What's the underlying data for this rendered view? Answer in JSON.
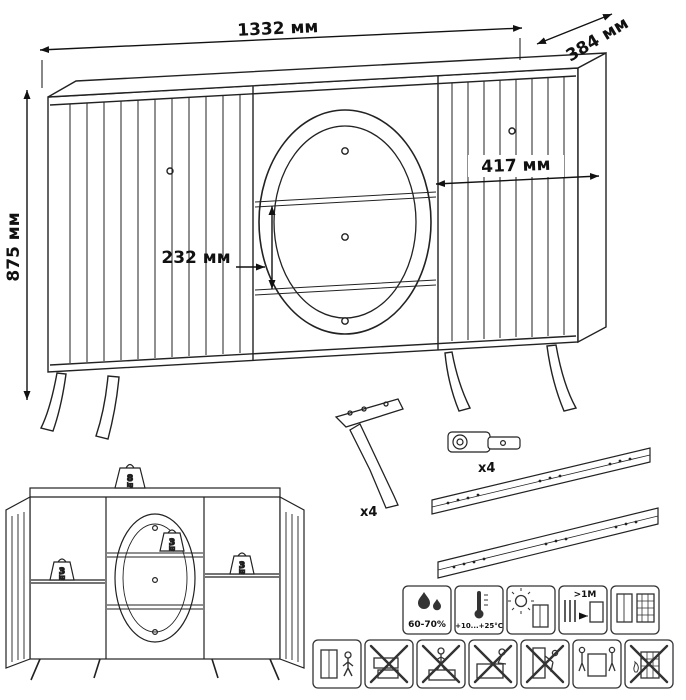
{
  "drawing": {
    "title": "sideboard-technical-drawing",
    "dim_width": "1332 мм",
    "dim_depth": "384 мм",
    "dim_height": "875 мм",
    "dim_inner_width": "417 мм",
    "dim_drawer_height": "232 мм"
  },
  "parts": {
    "leg_qty": "x4",
    "hinge_qty": "x4"
  },
  "weights": {
    "top_value": "8",
    "shelf_left_value": "3",
    "shelf_right_value": "3",
    "drawer_value": "3",
    "unit": "kg"
  },
  "care": {
    "humidity": "60-70%",
    "temperature": "+10...+25°C",
    "distance": ">1M"
  },
  "icons": {
    "row1": [
      "humidity-drops-icon",
      "temperature-thermometer-icon",
      "protect-from-sunlight-icon",
      "keep-distance-from-heater-icon",
      "ventilated-placement-icon"
    ],
    "row2": [
      "secure-to-wall-icon",
      "no-load-on-open-drawer-icon",
      "no-climbing-icon",
      "no-sitting-on-edge-icon",
      "no-hanging-on-door-icon",
      "carry-by-two-icon",
      "no-heat-near-cabinet-icon"
    ],
    "colors": {
      "line": "#222222",
      "text": "#111111"
    }
  }
}
